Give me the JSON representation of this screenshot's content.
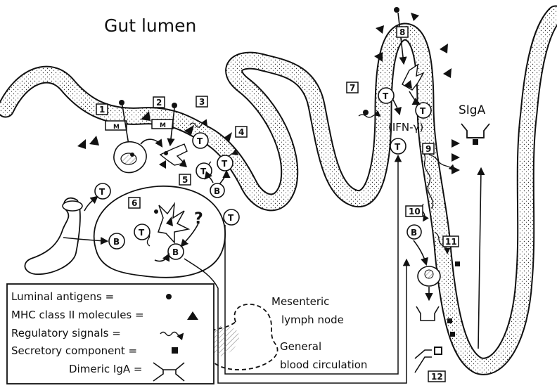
{
  "title": "Gut lumen",
  "labels": {
    "sIgA": "SIgA",
    "ifn": "(IFN-γ)",
    "question": "?",
    "mesenteric": [
      "Mesenteric",
      "lymph node"
    ],
    "general": [
      "General",
      "blood circulation"
    ]
  },
  "m_cell_label": "M",
  "cell_letters": {
    "t": "T",
    "b": "B"
  },
  "step_numbers": [
    "1",
    "2",
    "3",
    "4",
    "5",
    "6",
    "7",
    "8",
    "9",
    "10",
    "11",
    "12"
  ],
  "legend": {
    "items": [
      {
        "text": "Luminal antigens  =",
        "symbol": "dot-icon"
      },
      {
        "text": "MHC class II molecules =",
        "symbol": "triangle-icon"
      },
      {
        "text": "Regulatory signals =",
        "symbol": "wavy-arrow-icon"
      },
      {
        "text": "Secretory component =",
        "symbol": "square-icon"
      },
      {
        "text": "Dimeric IgA =",
        "symbol": "dimeric-iga-icon"
      }
    ]
  }
}
